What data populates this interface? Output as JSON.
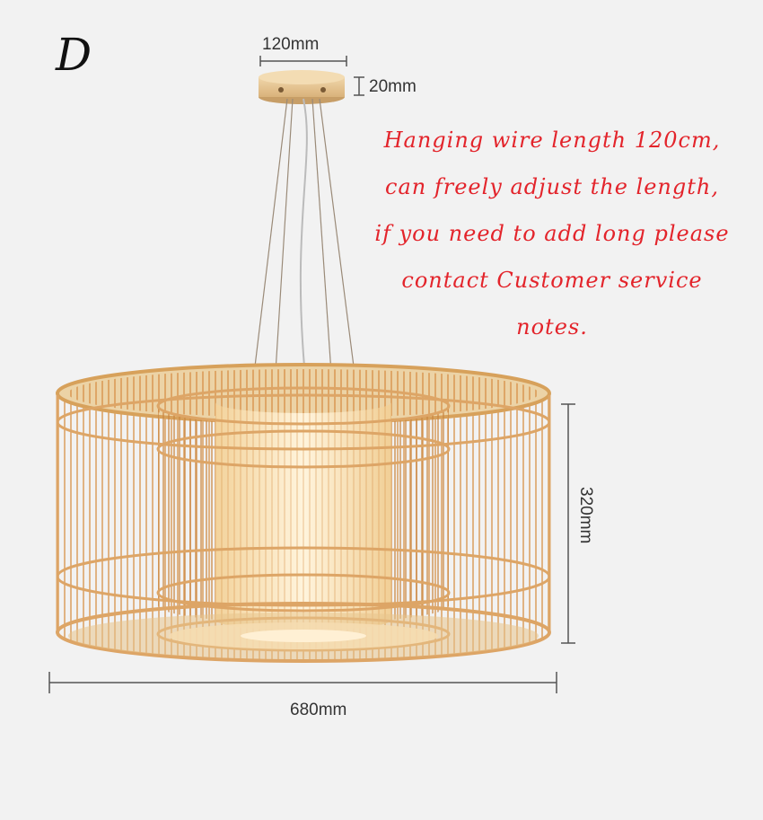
{
  "variant_label": "D",
  "dimensions": {
    "canopy_width": "120mm",
    "canopy_height": "20mm",
    "lamp_width": "680mm",
    "lamp_height": "320mm"
  },
  "note_lines": [
    "Hanging wire length 120cm,",
    "can freely adjust the length,",
    "if you need to add long please",
    "contact Customer service",
    "notes."
  ],
  "colors": {
    "background": "#f2f2f2",
    "note_text": "#e3242b",
    "bamboo": "#d9a25b",
    "glow": "#fbe9c4"
  }
}
